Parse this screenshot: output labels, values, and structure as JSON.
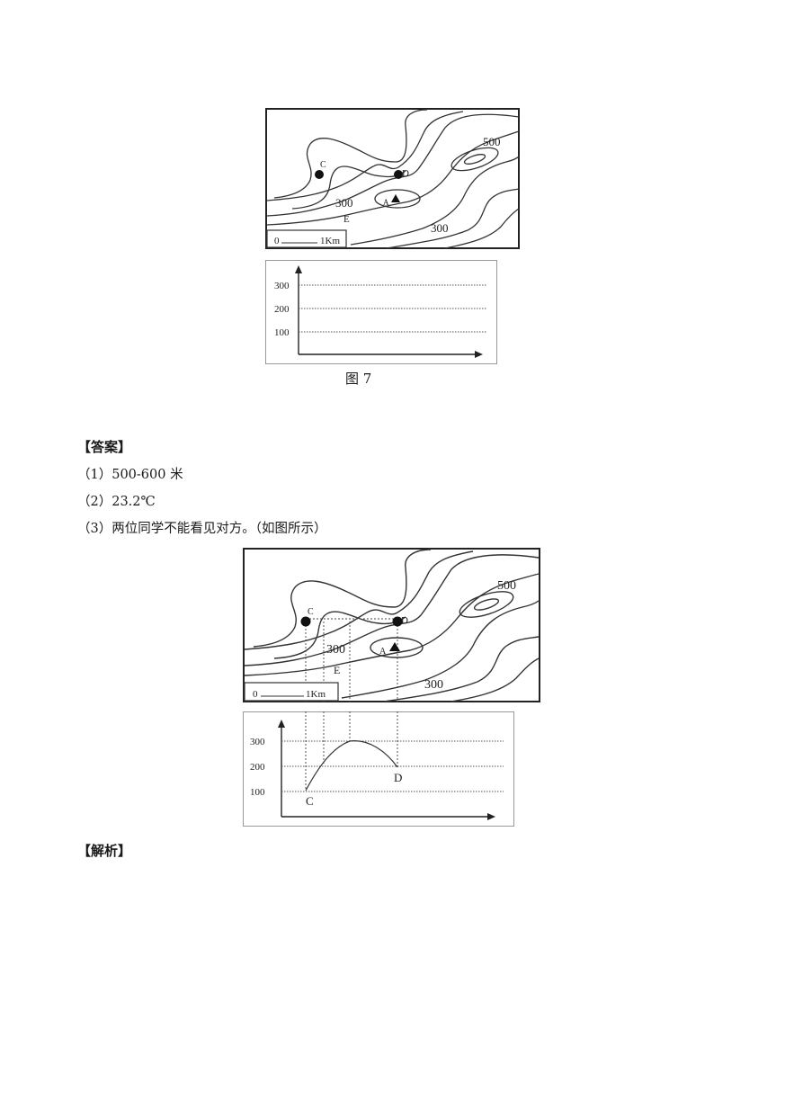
{
  "figure1": {
    "map_labels": {
      "c": "C",
      "d": "D",
      "a": "A",
      "e": "E",
      "contour_500": "500",
      "contour_300_left": "300",
      "contour_300_right": "300",
      "scale_zero": "0",
      "scale_unit": "1Km"
    },
    "chart_ticks": [
      "300",
      "200",
      "100"
    ],
    "caption": "图 7"
  },
  "answer": {
    "title": "【答案】",
    "lines": [
      "（1）500-600 米",
      "（2）23.2℃",
      "（3）两位同学不能看见对方。（如图所示）"
    ]
  },
  "figure2": {
    "map_labels": {
      "c": "C",
      "d": "D",
      "a": "A",
      "e": "E",
      "contour_500": "500",
      "contour_300_left": "300",
      "contour_300_right": "300",
      "scale_zero": "0",
      "scale_unit": "1Km"
    },
    "chart_ticks": [
      "300",
      "200",
      "100"
    ],
    "profile_labels": {
      "c": "C",
      "d": "D"
    }
  },
  "analysis": {
    "title": "【解析】"
  }
}
